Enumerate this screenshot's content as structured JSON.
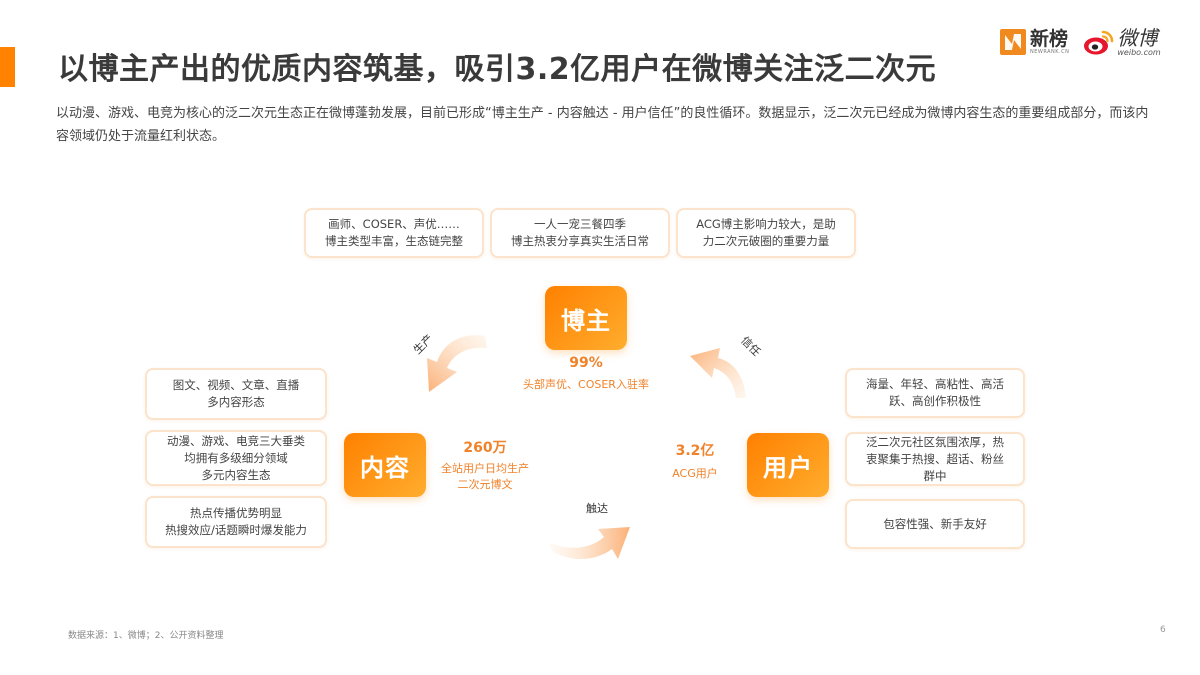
{
  "header": {
    "title": "以博主产出的优质内容筑基，吸引3.2亿用户在微博关注泛二次元",
    "accent_color": "#ff8200"
  },
  "logos": {
    "xinbang": {
      "name": "新榜",
      "sub": "NEWRANK.CN",
      "icon": "newrank-logo-icon"
    },
    "weibo": {
      "name": "微博",
      "sub": "weibo.com",
      "icon": "weibo-logo-icon"
    }
  },
  "intro": {
    "text": "以动漫、游戏、电竞为核心的泛二次元生态正在微博蓬勃发展，目前已形成“博主生产 - 内容触达 - 用户信任”的良性循环。数据显示，泛二次元已经成为微博内容生态的重要组成部分，而该内容领域仍处于流量红利状态。"
  },
  "diagram": {
    "nodes": {
      "blogger": {
        "label": "博主",
        "stat_value": "99%",
        "stat_label": "头部声优、COSER入驻率"
      },
      "content": {
        "label": "内容",
        "stat_value": "260万",
        "stat_label_1": "全站用户日均生产",
        "stat_label_2": "二次元博文"
      },
      "user": {
        "label": "用户",
        "stat_value": "3.2亿",
        "stat_label": "ACG用户"
      }
    },
    "arrows": {
      "produce": "生产",
      "reach": "触达",
      "trust": "信任"
    },
    "blogger_boxes": [
      {
        "line1": "画师、COSER、声优……",
        "line2": "博主类型丰富，生态链完整"
      },
      {
        "line1": "一人一宠三餐四季",
        "line2": "博主热衷分享真实生活日常"
      },
      {
        "line1": "ACG博主影响力较大，是助",
        "line2": "力二次元破圈的重要力量"
      }
    ],
    "content_boxes": [
      {
        "line1": "图文、视频、文章、直播",
        "line2": "多内容形态"
      },
      {
        "line1": "动漫、游戏、电竞三大垂类",
        "line2": "均拥有多级细分领域",
        "line3": "多元内容生态"
      },
      {
        "line1": "热点传播优势明显",
        "line2": "热搜效应/话题瞬时爆发能力"
      }
    ],
    "user_boxes": [
      {
        "line1": "海量、年轻、高粘性、高活",
        "line2": "跃、高创作积极性"
      },
      {
        "line1": "泛二次元社区氛围浓厚，热",
        "line2": "衷聚集于热搜、超话、粉丝",
        "line3": "群中"
      },
      {
        "line1": "包容性强、新手友好"
      }
    ],
    "colors": {
      "node_start": "#ff8000",
      "node_end": "#ffad2e",
      "stat": "#f0822a",
      "box_border": "#fbe3cc"
    }
  },
  "footer": {
    "source": "数据来源：1、微博；2、公开资料整理",
    "page_number": "6"
  }
}
